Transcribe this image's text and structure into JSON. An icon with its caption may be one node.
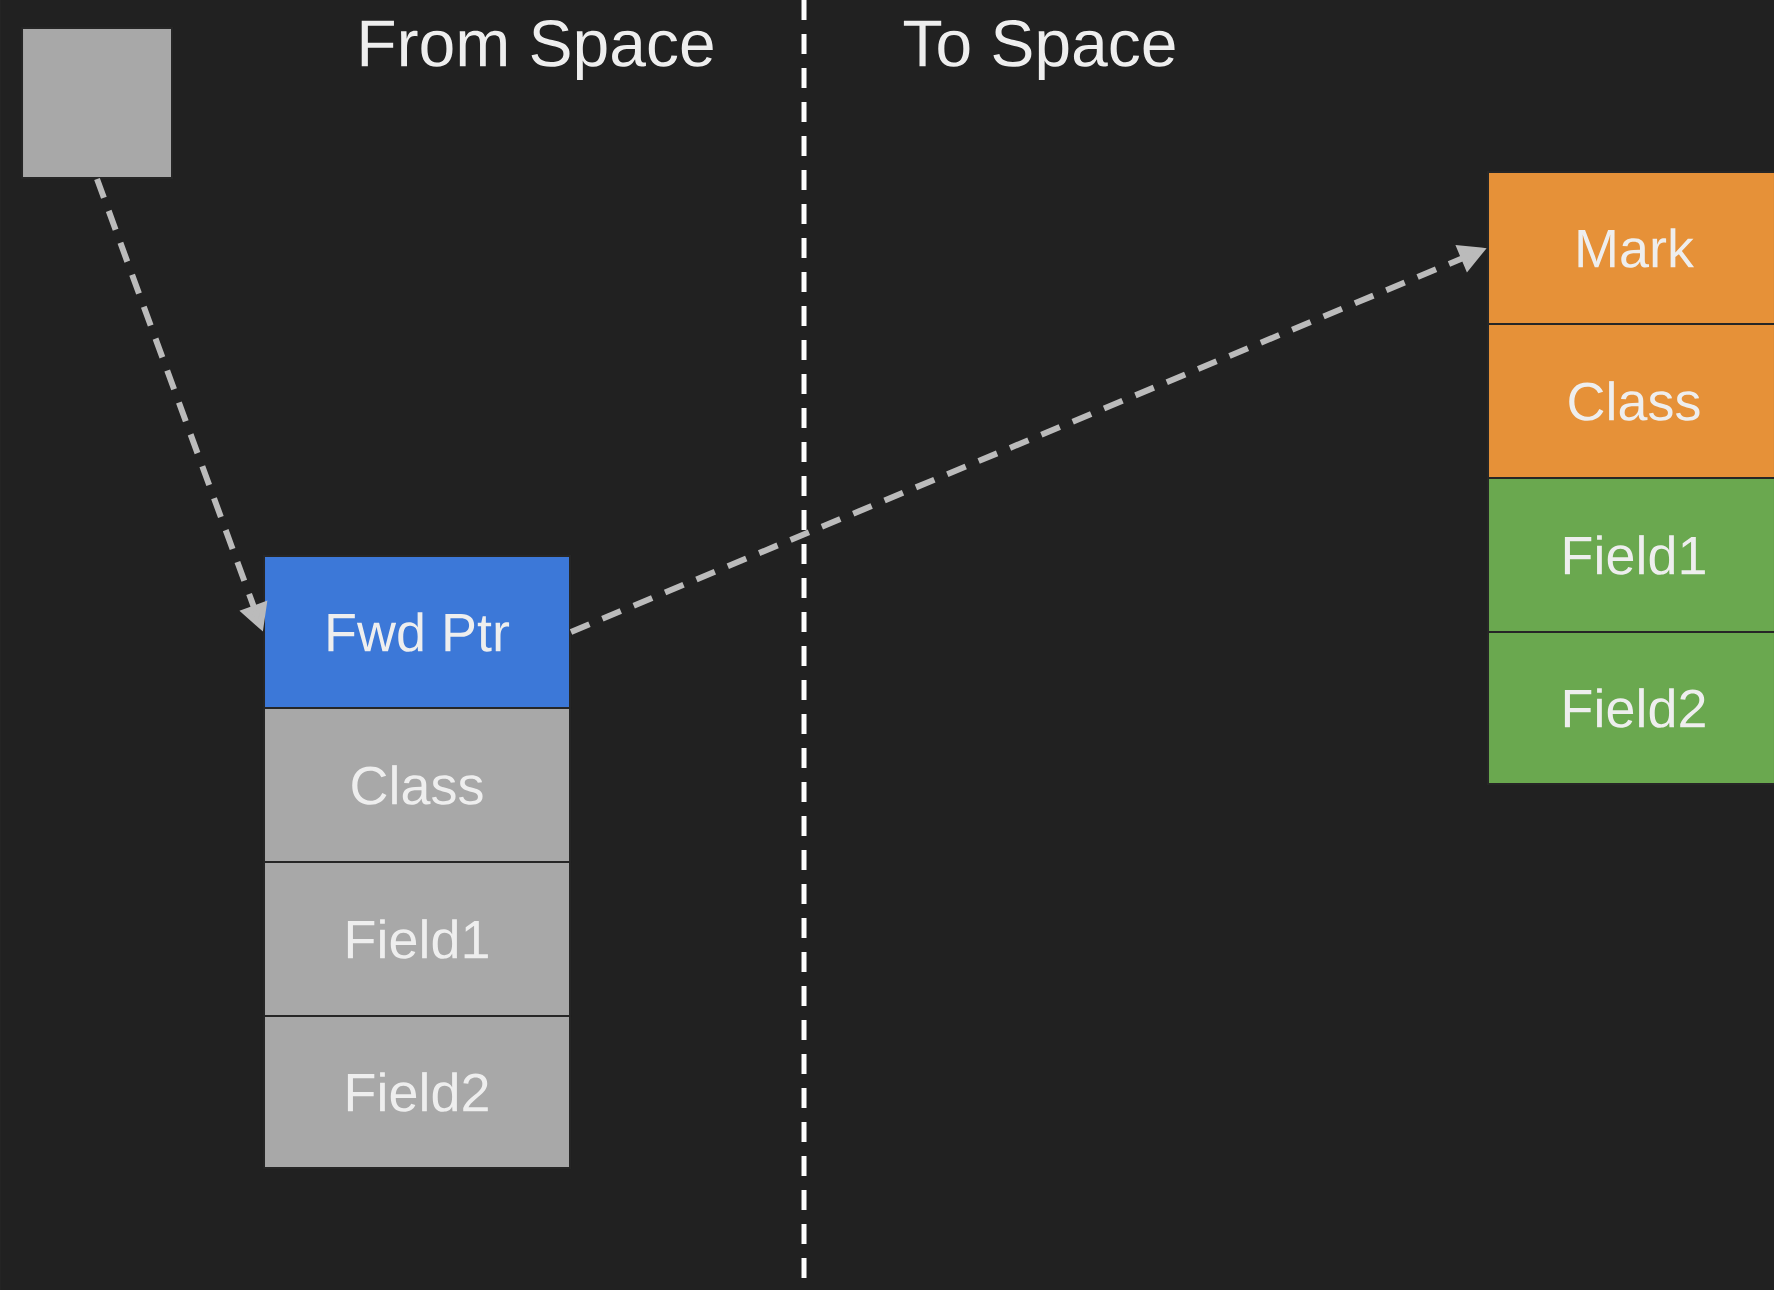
{
  "diagram": {
    "nodes": [
      {
        "text": [],
        "shape": "box"
      },
      {
        "text": [
          "Fwd Ptr"
        ]
      },
      {
        "text": [
          "Class"
        ]
      },
      {
        "text": [
          "Field1"
        ]
      },
      {
        "text": [
          "Field2"
        ]
      },
      {
        "text": [
          "Mark"
        ]
      },
      {
        "text": [
          "Class"
        ]
      },
      {
        "text": [
          "Field1"
        ]
      },
      {
        "text": [
          "Field2"
        ]
      }
    ],
    "edges": [
      {
        "from": 0,
        "to": 1,
        "arrow": "to",
        "style": "dashed"
      },
      {
        "from": 1,
        "to": 5,
        "arrow": "to",
        "style": "dashed"
      }
    ],
    "labels": [
      "From Space",
      "To Space"
    ]
  }
}
